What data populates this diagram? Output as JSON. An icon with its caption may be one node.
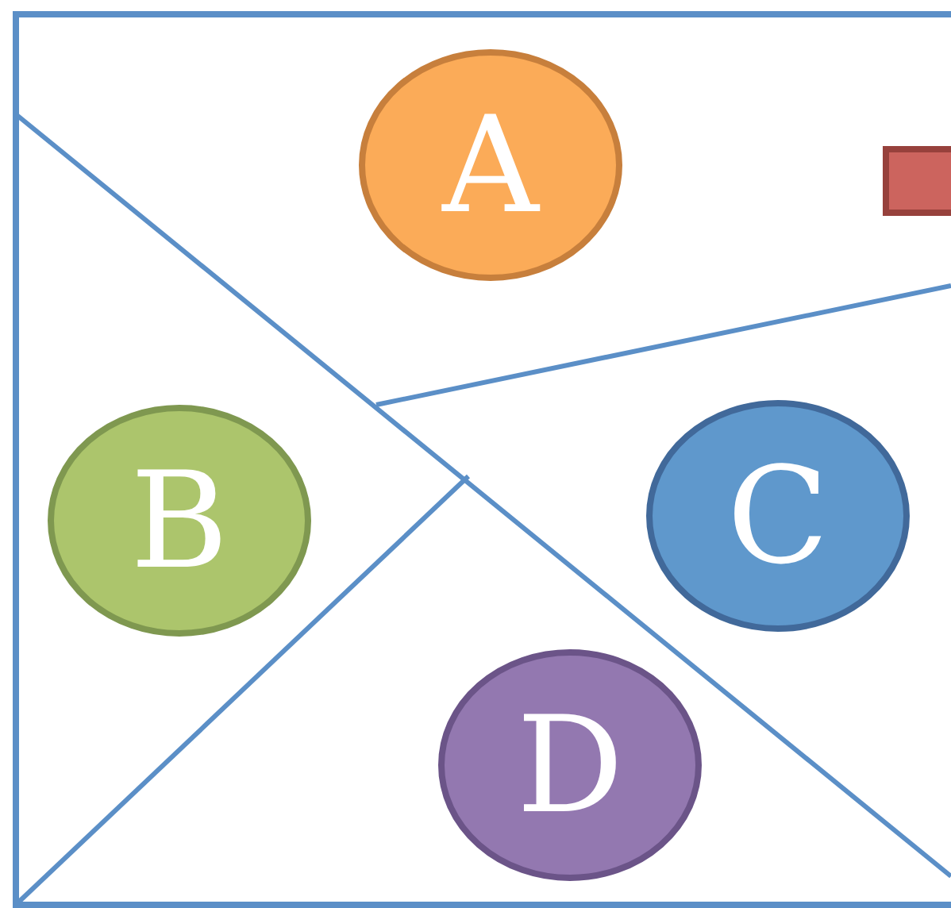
{
  "diagram": {
    "nodes": [
      {
        "text": [
          "A"
        ]
      },
      {
        "text": [],
        "shape": "box"
      },
      {
        "text": [
          "B"
        ]
      },
      {
        "text": [
          "C"
        ]
      },
      {
        "text": [
          "D"
        ]
      }
    ],
    "edges": []
  }
}
